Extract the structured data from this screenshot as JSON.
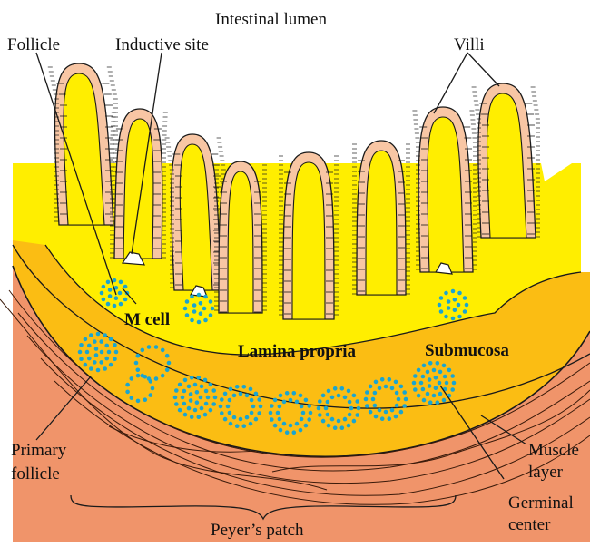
{
  "labels": {
    "intestinal_lumen": "Intestinal lumen",
    "follicle": "Follicle",
    "inductive_site": "Inductive site",
    "villi": "Villi",
    "m_cell": "M cell",
    "lamina_propria": "Lamina propria",
    "submucosa": "Submucosa",
    "primary_follicle_1": "Primary",
    "primary_follicle_2": "follicle",
    "muscle_layer_1": "Muscle",
    "muscle_layer_2": "layer",
    "germinal_center_1": "Germinal",
    "germinal_center_2": "center",
    "peyers_patch": "Peyer’s patch"
  },
  "colors": {
    "lamina_propria": "#ffee00",
    "submucosa": "#fbbd13",
    "muscle": "#f0946a",
    "villus_epithelium": "#f8c6a4",
    "lymphocyte_dots": "#1aa5d0",
    "outline": "#1a1a1a"
  }
}
